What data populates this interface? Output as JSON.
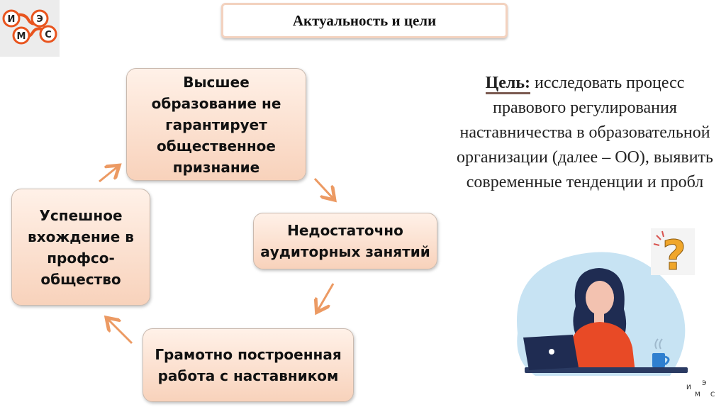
{
  "logo": {
    "letters": [
      "И",
      "М",
      "Э",
      "С"
    ],
    "accent": "#e8541e"
  },
  "title": "Актуальность и цели",
  "cycle": {
    "nodes": [
      {
        "text": "Высшее образование не гарантирует общественное признание"
      },
      {
        "text": "Недостаточно аудиторных занятий"
      },
      {
        "text": "Грамотно построенная работа с наставником"
      },
      {
        "text": "Успешное вхождение в профсо-общество"
      }
    ],
    "arrow_color": "#ec9a63",
    "box_color": "#f8d2bb"
  },
  "goal": {
    "label": "Цель:",
    "text": " исследовать процесс правового регулирования наставничества в образовательной организации (далее – ОО), выявить современные тенденции и пробл"
  },
  "illustration": {
    "subject": "woman-at-laptop",
    "accent": "#e84a26",
    "skin": "#f3c2b0",
    "hair": "#1f2c52",
    "backdrop": "#c7e3f3"
  },
  "question_icon": "question-mark-icon",
  "corner_logo": {
    "letters": [
      "И",
      "Э",
      "М",
      "С"
    ]
  }
}
